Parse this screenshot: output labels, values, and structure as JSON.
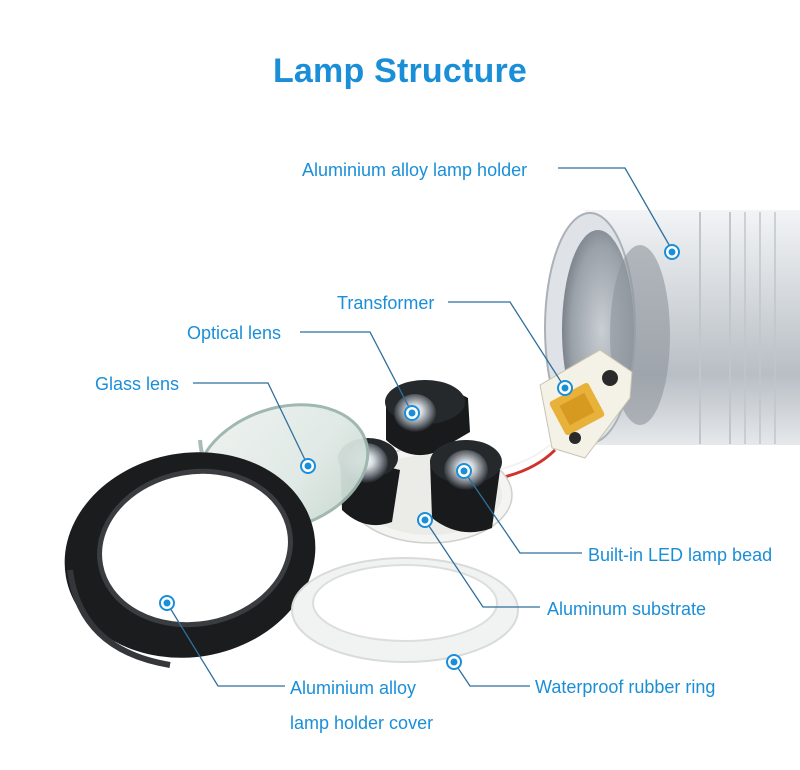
{
  "title": "Lamp Structure",
  "colors": {
    "accent": "#1a8fd8",
    "leader": "#2f6f9c"
  },
  "labels": {
    "holder": "Aluminium alloy lamp holder",
    "transformer": "Transformer",
    "optical_lens": "Optical lens",
    "glass_lens": "Glass lens",
    "led_bead": "Built-in LED lamp bead",
    "substrate": "Aluminum substrate",
    "rubber_ring": "Waterproof rubber ring",
    "cover_line1": "Aluminium alloy",
    "cover_line2": "lamp holder cover"
  }
}
